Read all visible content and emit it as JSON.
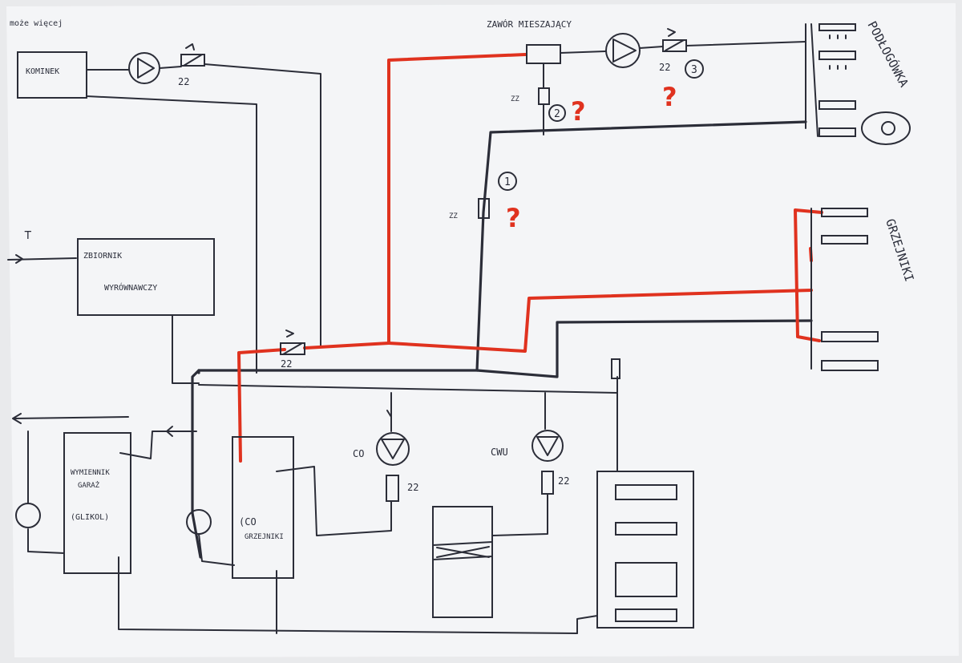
{
  "labels": {
    "moze_wiecej": "może więcej",
    "kominek": "KOMINEK",
    "zbiornik": "ZBIORNIK",
    "wyrownawczy": "WYRÓWNAWCZY",
    "zawor": "ZAWÓR MIESZAJĄCY",
    "podlogowka": "PODŁOGÓWKA",
    "grzejniki": "GRZEJNIKI",
    "wymiennik1": "WYMIENNIK",
    "wymiennik2": "GARAŻ",
    "wymiennik3": "(GLIKOL)",
    "co_box1": "(CO",
    "co_box2": "GRZEJNIKI",
    "co": "CO",
    "cwu": "CWU",
    "v22": "22",
    "zz": "ZZ",
    "n1": "1",
    "n2": "2",
    "n3": "3",
    "q": "?"
  },
  "colors": {
    "ink": "#2b2d38",
    "red": "#e0321f",
    "paper": "#f4f5f7"
  }
}
